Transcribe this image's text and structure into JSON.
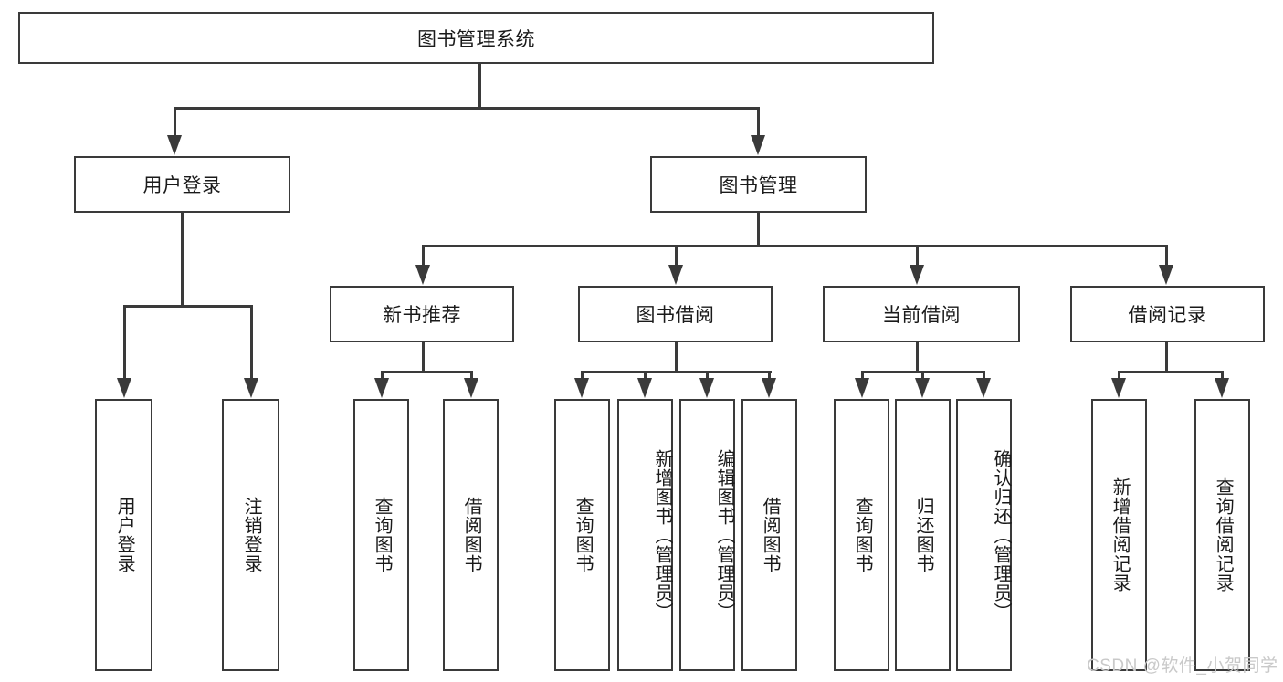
{
  "diagram": {
    "title_box": {
      "label": "图书管理系统"
    },
    "level2": [
      {
        "label": "用户登录"
      },
      {
        "label": "图书管理"
      }
    ],
    "level3": [
      {
        "label": "新书推荐"
      },
      {
        "label": "图书借阅"
      },
      {
        "label": "当前借阅"
      },
      {
        "label": "借阅记录"
      }
    ],
    "leaves": {
      "user_login": [
        {
          "label": "用户登录"
        },
        {
          "label": "注销登录"
        }
      ],
      "new_book_recommend": [
        {
          "label": "查询图书"
        },
        {
          "label": "借阅图书"
        }
      ],
      "book_borrow": [
        {
          "label": "查询图书"
        },
        {
          "label": "新增图书（管理员）"
        },
        {
          "label": "编辑图书（管理员）"
        },
        {
          "label": "借阅图书"
        }
      ],
      "current_borrow": [
        {
          "label": "查询图书"
        },
        {
          "label": "归还图书"
        },
        {
          "label": "确认归还（管理员）"
        }
      ],
      "borrow_record": [
        {
          "label": "新增借阅记录"
        },
        {
          "label": "查询借阅记录"
        }
      ]
    }
  },
  "watermark": {
    "text": "CSDN @软件_小贺同学"
  },
  "colors": {
    "stroke": "#3a3a3a",
    "background": "#ffffff",
    "text": "#1a1a1a",
    "watermark": "#c9c9c9"
  }
}
